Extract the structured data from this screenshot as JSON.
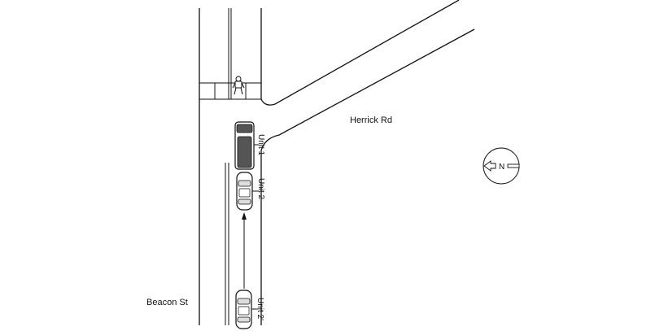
{
  "streets": {
    "vertical": "Beacon St",
    "diagonal": "Herrick Rd"
  },
  "vehicles": {
    "unit1": "Unit 1",
    "unit2": "Unit 2",
    "unit2_prior": "Unit 2'"
  },
  "compass": {
    "label": "N"
  },
  "colors": {
    "line": "#111111",
    "vehicle_fill": "#ffffff",
    "vehicle_dark": "#555555"
  }
}
